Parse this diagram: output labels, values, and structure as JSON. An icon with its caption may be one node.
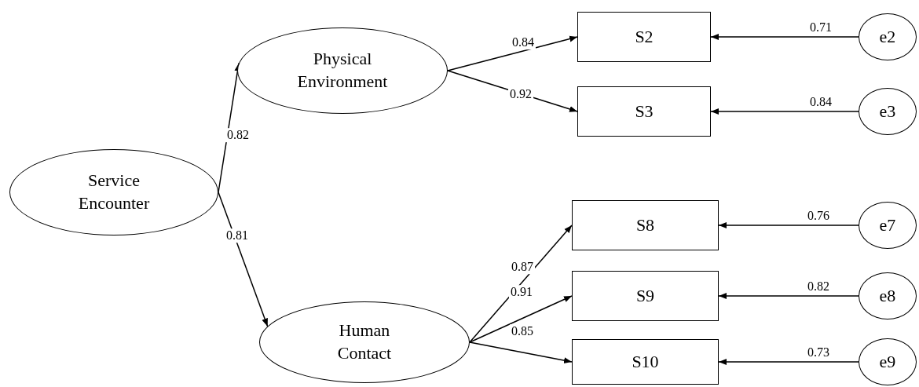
{
  "diagram": {
    "nodes": [
      {
        "text": [
          "Service Encounter"
        ]
      },
      {
        "text": [
          "Physical Environment"
        ]
      },
      {
        "text": [
          "Human Contact"
        ]
      },
      {
        "text": [
          "S2"
        ]
      },
      {
        "text": [
          "S3"
        ]
      },
      {
        "text": [
          "S8"
        ]
      },
      {
        "text": [
          "S9"
        ]
      },
      {
        "text": [
          "S10"
        ]
      },
      {
        "text": [
          "e2"
        ]
      },
      {
        "text": [
          "e3"
        ]
      },
      {
        "text": [
          "e7"
        ]
      },
      {
        "text": [
          "e8"
        ]
      },
      {
        "text": [
          "e9"
        ]
      }
    ],
    "edges": [
      {
        "from": 0,
        "to": 1,
        "arrow": "to",
        "label": "0.82"
      },
      {
        "from": 0,
        "to": 2,
        "arrow": "to",
        "label": "0.81"
      },
      {
        "from": 1,
        "to": 3,
        "arrow": "to",
        "label": "0.84"
      },
      {
        "from": 1,
        "to": 4,
        "arrow": "to",
        "label": "0.92"
      },
      {
        "from": 2,
        "to": 5,
        "arrow": "to",
        "label": "0.87"
      },
      {
        "from": 2,
        "to": 6,
        "arrow": "to",
        "label": "0.91"
      },
      {
        "from": 2,
        "to": 7,
        "arrow": "to",
        "label": "0.85"
      },
      {
        "from": 8,
        "to": 3,
        "arrow": "to",
        "label": "0.71"
      },
      {
        "from": 9,
        "to": 4,
        "arrow": "to",
        "label": "0.84"
      },
      {
        "from": 10,
        "to": 5,
        "arrow": "to",
        "label": "0.76"
      },
      {
        "from": 11,
        "to": 6,
        "arrow": "to",
        "label": "0.82"
      },
      {
        "from": 12,
        "to": 7,
        "arrow": "to",
        "label": "0.73"
      }
    ]
  }
}
